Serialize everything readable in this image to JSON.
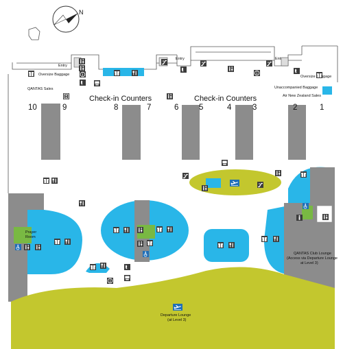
{
  "compass": {
    "north_label": "N"
  },
  "entries": {
    "left": "Entry",
    "middle": "Entry",
    "right": "Entry"
  },
  "labels": {
    "oversize_baggage_left": "Oversize Baggage",
    "qantas_sales": "QANTAS Sales",
    "oversize_baggage_right": "Oversize Baggage",
    "unaccompanied_baggage": "Unaccompanied Baggage",
    "air_nz_sales": "Air New Zealand Sales",
    "prayer_room_line1": "Prayer",
    "prayer_room_line2": "Room",
    "qantas_club_line1": "QANTAS Club Lounge",
    "qantas_club_line2": "(Access via Departure Lounge",
    "qantas_club_line3": "at Level 3)",
    "departure_lounge_line1": "Departure Lounge",
    "departure_lounge_line2": "(at Level 3)"
  },
  "checkin": {
    "left_title": "Check-in Counters",
    "right_title": "Check-in Counters"
  },
  "counter_numbers": [
    "10",
    "9",
    "8",
    "7",
    "6",
    "5",
    "4",
    "3",
    "2",
    "1"
  ],
  "colors": {
    "concourse_blue": "#29b6e8",
    "grey_block": "#8c8c8c",
    "lounge_olive": "#c3c72e",
    "amenity_green": "#79b943",
    "icon_dark": "#3c3c3c",
    "accessible_blue": "#1f6fb8"
  },
  "icons": [
    "gift-shop-icon",
    "restaurant-icon",
    "toilets-icon",
    "accessible-icon",
    "escalator-icon",
    "telephone-icon",
    "information-icon",
    "departure-icon",
    "atm-icon",
    "lift-icon"
  ]
}
